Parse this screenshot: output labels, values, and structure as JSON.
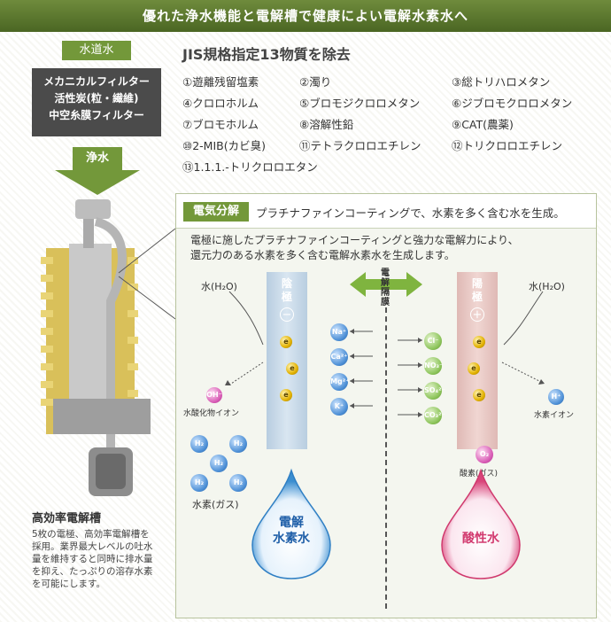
{
  "header": {
    "title": "優れた浄水機能と電解槽で健康によい電解水素水へ"
  },
  "flow": {
    "tap_water": "水道水",
    "filters": [
      "メカニカルフィルター",
      "活性炭(粒・繊維)",
      "中空糸膜フィルター"
    ],
    "purified_water": "浄水"
  },
  "jis": {
    "title": "JIS規格指定13物質を除去",
    "substances": [
      "①遊離残留塩素",
      "②濁り",
      "③総トリハロメタン",
      "④クロロホルム",
      "⑤ブロモジクロロメタン",
      "⑥ジブロモクロロメタン",
      "⑦ブロモホルム",
      "⑧溶解性鉛",
      "⑨CAT(農薬)",
      "⑩2-MIB(カビ臭)",
      "⑪テトラクロロエチレン",
      "⑫トリクロロエチレン",
      "⑬1.1.1.-トリクロロエタン"
    ]
  },
  "panel": {
    "tag": "電気分解",
    "headline": "プラチナファインコーティングで、水素を多く含む水を生成。",
    "description": [
      "電極に施したプラチナファインコーティングと強力な電解力により、",
      "還元力のある水素を多く含む電解水素水を生成します。"
    ],
    "water_left": "水(H₂O)",
    "water_right": "水(H₂O)",
    "cathode": [
      "陰",
      "極"
    ],
    "cathode_sign": "−",
    "anode": [
      "陽",
      "極"
    ],
    "anode_sign": "+",
    "electron": "e",
    "membrane": "電解隔膜",
    "cations": [
      "Na⁺",
      "Ca²⁺",
      "Mg²⁺",
      "K⁺"
    ],
    "anions": [
      "Cl⁻",
      "NO₃⁻",
      "SO₄²⁻",
      "CO₃²⁻"
    ],
    "oh_symbol": "OH⁻",
    "oh_caption": "水酸化物イオン",
    "h_symbol": "H⁺",
    "h_caption": "水素イオン",
    "h2": "H₂",
    "h2_caption": "水素(ガス)",
    "o2": "O₂",
    "o2_caption": "酸素(ガス)",
    "drop_left": [
      "電解",
      "水素水"
    ],
    "drop_right": "酸性水"
  },
  "left": {
    "title": "高効率電解槽",
    "lines": [
      "5枚の電極、高効率電解槽を",
      "採用。業界最大レベルの吐水",
      "量を維持すると同時に排水量",
      "を抑え、たっぷりの溶存水素",
      "を可能にします。"
    ]
  }
}
